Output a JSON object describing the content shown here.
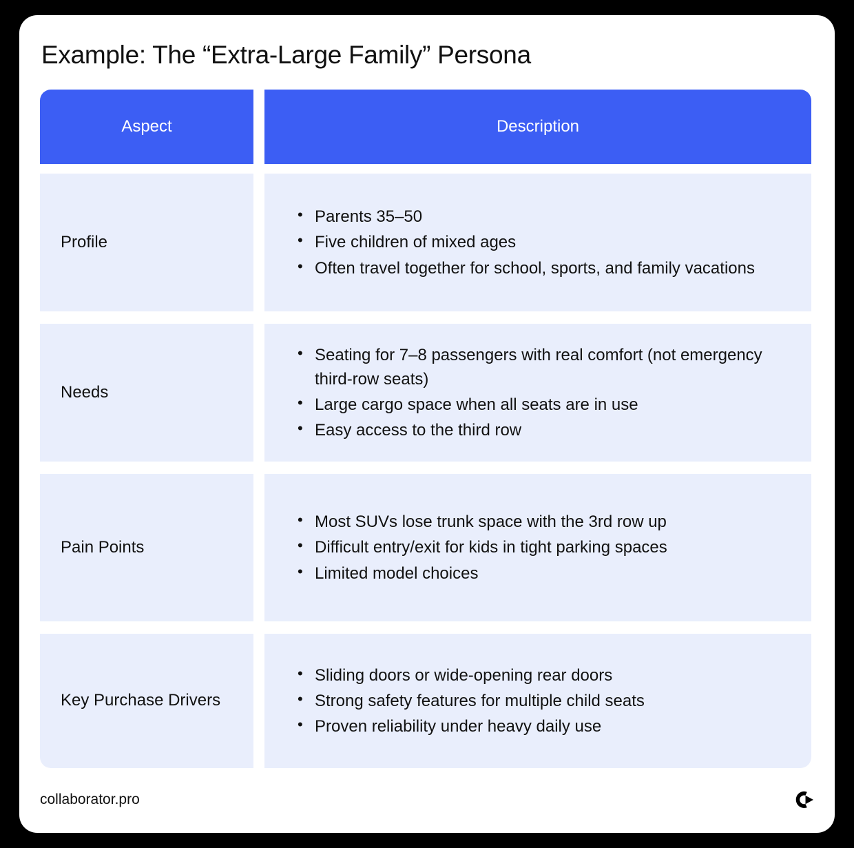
{
  "page": {
    "background_color": "#000000",
    "card_background": "#ffffff",
    "accent_color": "#3C5EF4",
    "row_background": "#E9EEFC",
    "title": "Example: The “Extra-Large Family” Persona"
  },
  "table": {
    "headers": {
      "aspect": "Aspect",
      "description": "Description"
    },
    "rows": [
      {
        "aspect": "Profile",
        "bullets": [
          "Parents 35–50",
          "Five children of mixed ages",
          "Often travel together for school, sports, and family vacations"
        ]
      },
      {
        "aspect": "Needs",
        "bullets": [
          "Seating for 7–8 passengers with real comfort (not emergency third-row seats)",
          "Large cargo space when all seats are in use",
          "Easy access to the third row"
        ]
      },
      {
        "aspect": "Pain Points",
        "bullets": [
          "Most SUVs lose trunk space with the 3rd row up",
          "Difficult entry/exit for kids in tight parking spaces",
          "Limited model choices"
        ]
      },
      {
        "aspect": "Key Purchase Drivers",
        "bullets": [
          "Sliding doors or wide-opening rear doors",
          "Strong safety features for multiple child seats",
          "Proven reliability under heavy daily use"
        ]
      }
    ]
  },
  "footer": {
    "url": "collaborator.pro",
    "logo_name": "collaborator-logo-icon"
  }
}
